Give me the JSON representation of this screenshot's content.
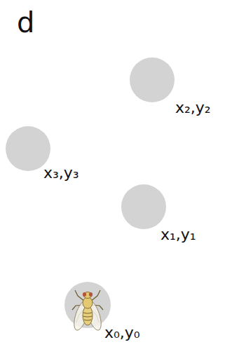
{
  "diagram": {
    "nodes": [
      {
        "text": [
          "x₀,y₀"
        ]
      },
      {
        "text": [
          "x₁,y₁"
        ]
      },
      {
        "text": [
          "x₂,y₂"
        ]
      },
      {
        "text": [
          "x₃,y₃"
        ]
      }
    ],
    "labels": [
      "d"
    ]
  }
}
